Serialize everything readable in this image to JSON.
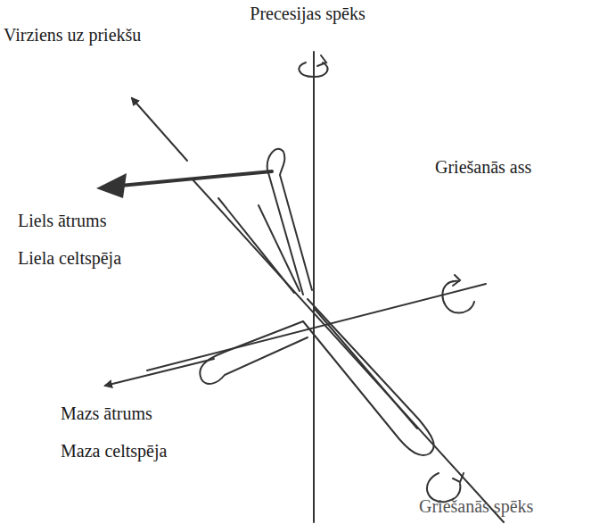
{
  "diagram": {
    "labels": [
      "Precesijas spēks",
      "Virziens uz priekšu",
      "Liels ātrums",
      "Liela celtspēja",
      "Griešanās ass",
      "Mazs ātrums",
      "Maza celtspēja",
      "Griešanās spēks"
    ]
  }
}
